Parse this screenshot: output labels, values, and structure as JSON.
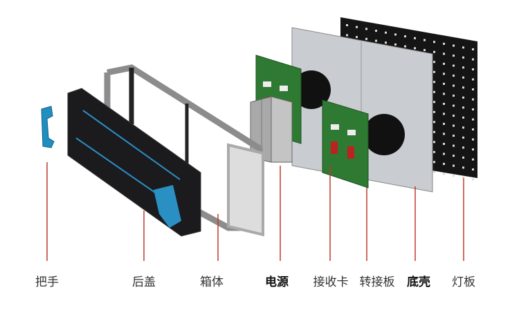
{
  "diagram": {
    "labels": [
      {
        "id": "handle",
        "text": "把手"
      },
      {
        "id": "back-cover",
        "text": "后盖"
      },
      {
        "id": "cabinet",
        "text": "箱体"
      },
      {
        "id": "power-supply",
        "text": "电源"
      },
      {
        "id": "receiving-card",
        "text": "接收卡"
      },
      {
        "id": "adapter-board",
        "text": "转接板"
      },
      {
        "id": "bottom-shell",
        "text": "底壳"
      },
      {
        "id": "led-module",
        "text": "灯板"
      }
    ],
    "colors": {
      "leader_line": "#c0392b",
      "handle": "#1f8fc0",
      "pcb": "#2f7a32",
      "panel": "#1a1a1a",
      "frame": "#9a9a9a"
    }
  }
}
